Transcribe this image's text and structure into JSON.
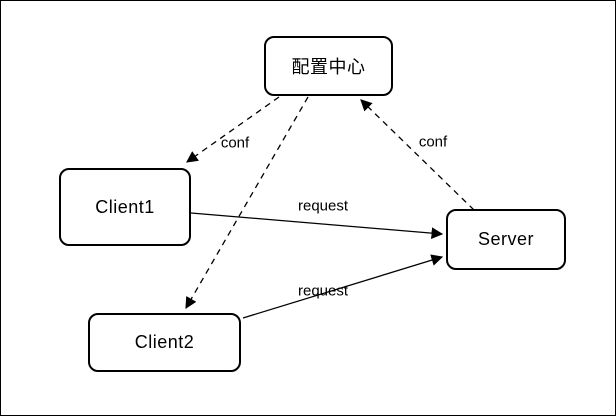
{
  "diagram": {
    "type": "architecture-diagram",
    "colors": {
      "background": "#ffffff",
      "line": "#000000",
      "node_border": "#000000",
      "text": "#000000"
    },
    "nodes": {
      "config_center": {
        "label": "配置中心"
      },
      "client1": {
        "label": "Client1"
      },
      "client2": {
        "label": "Client2"
      },
      "server": {
        "label": "Server"
      }
    },
    "edges": {
      "conf_to_client1": {
        "from": "config_center",
        "to": "client1",
        "style": "dashed",
        "label": "conf"
      },
      "conf_to_client2": {
        "from": "config_center",
        "to": "client2",
        "style": "dashed",
        "label": ""
      },
      "server_to_config": {
        "from": "server",
        "to": "config_center",
        "style": "dashed",
        "label": "conf"
      },
      "client1_to_server": {
        "from": "client1",
        "to": "server",
        "style": "solid",
        "label": "request"
      },
      "client2_to_server": {
        "from": "client2",
        "to": "server",
        "style": "solid",
        "label": "request"
      }
    }
  }
}
